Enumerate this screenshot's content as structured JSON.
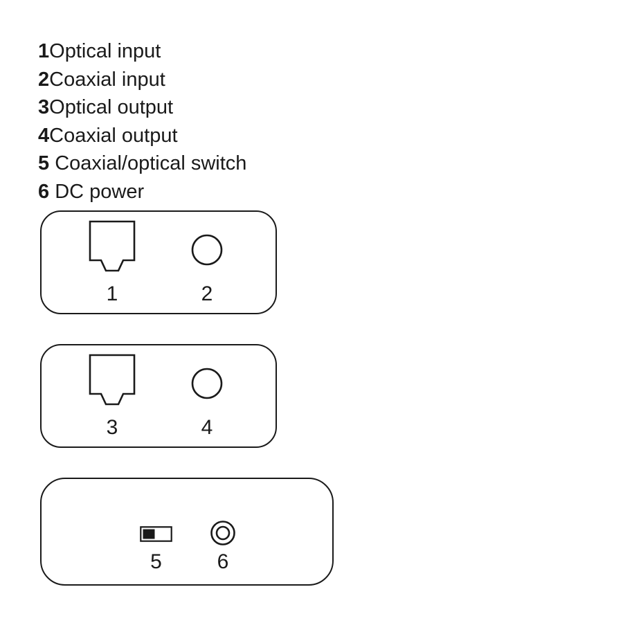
{
  "legend": {
    "items": [
      {
        "num": "1",
        "label": "Optical input"
      },
      {
        "num": "2",
        "label": "Coaxial input"
      },
      {
        "num": "3",
        "label": "Optical output"
      },
      {
        "num": "4",
        "label": "Coaxial output"
      },
      {
        "num": "5",
        "label": " Coaxial/optical switch"
      },
      {
        "num": "6",
        "label": " DC power"
      }
    ]
  },
  "panels": [
    {
      "ports": [
        {
          "type": "optical-port",
          "label": "1"
        },
        {
          "type": "coaxial-port",
          "label": "2"
        }
      ]
    },
    {
      "ports": [
        {
          "type": "optical-port",
          "label": "3"
        },
        {
          "type": "coaxial-port",
          "label": "4"
        }
      ]
    },
    {
      "ports": [
        {
          "type": "coaxial-optical-switch",
          "label": "5"
        },
        {
          "type": "dc-power-jack",
          "label": "6"
        }
      ]
    }
  ],
  "colors": {
    "line": "#1a1a1a",
    "background": "#ffffff"
  }
}
